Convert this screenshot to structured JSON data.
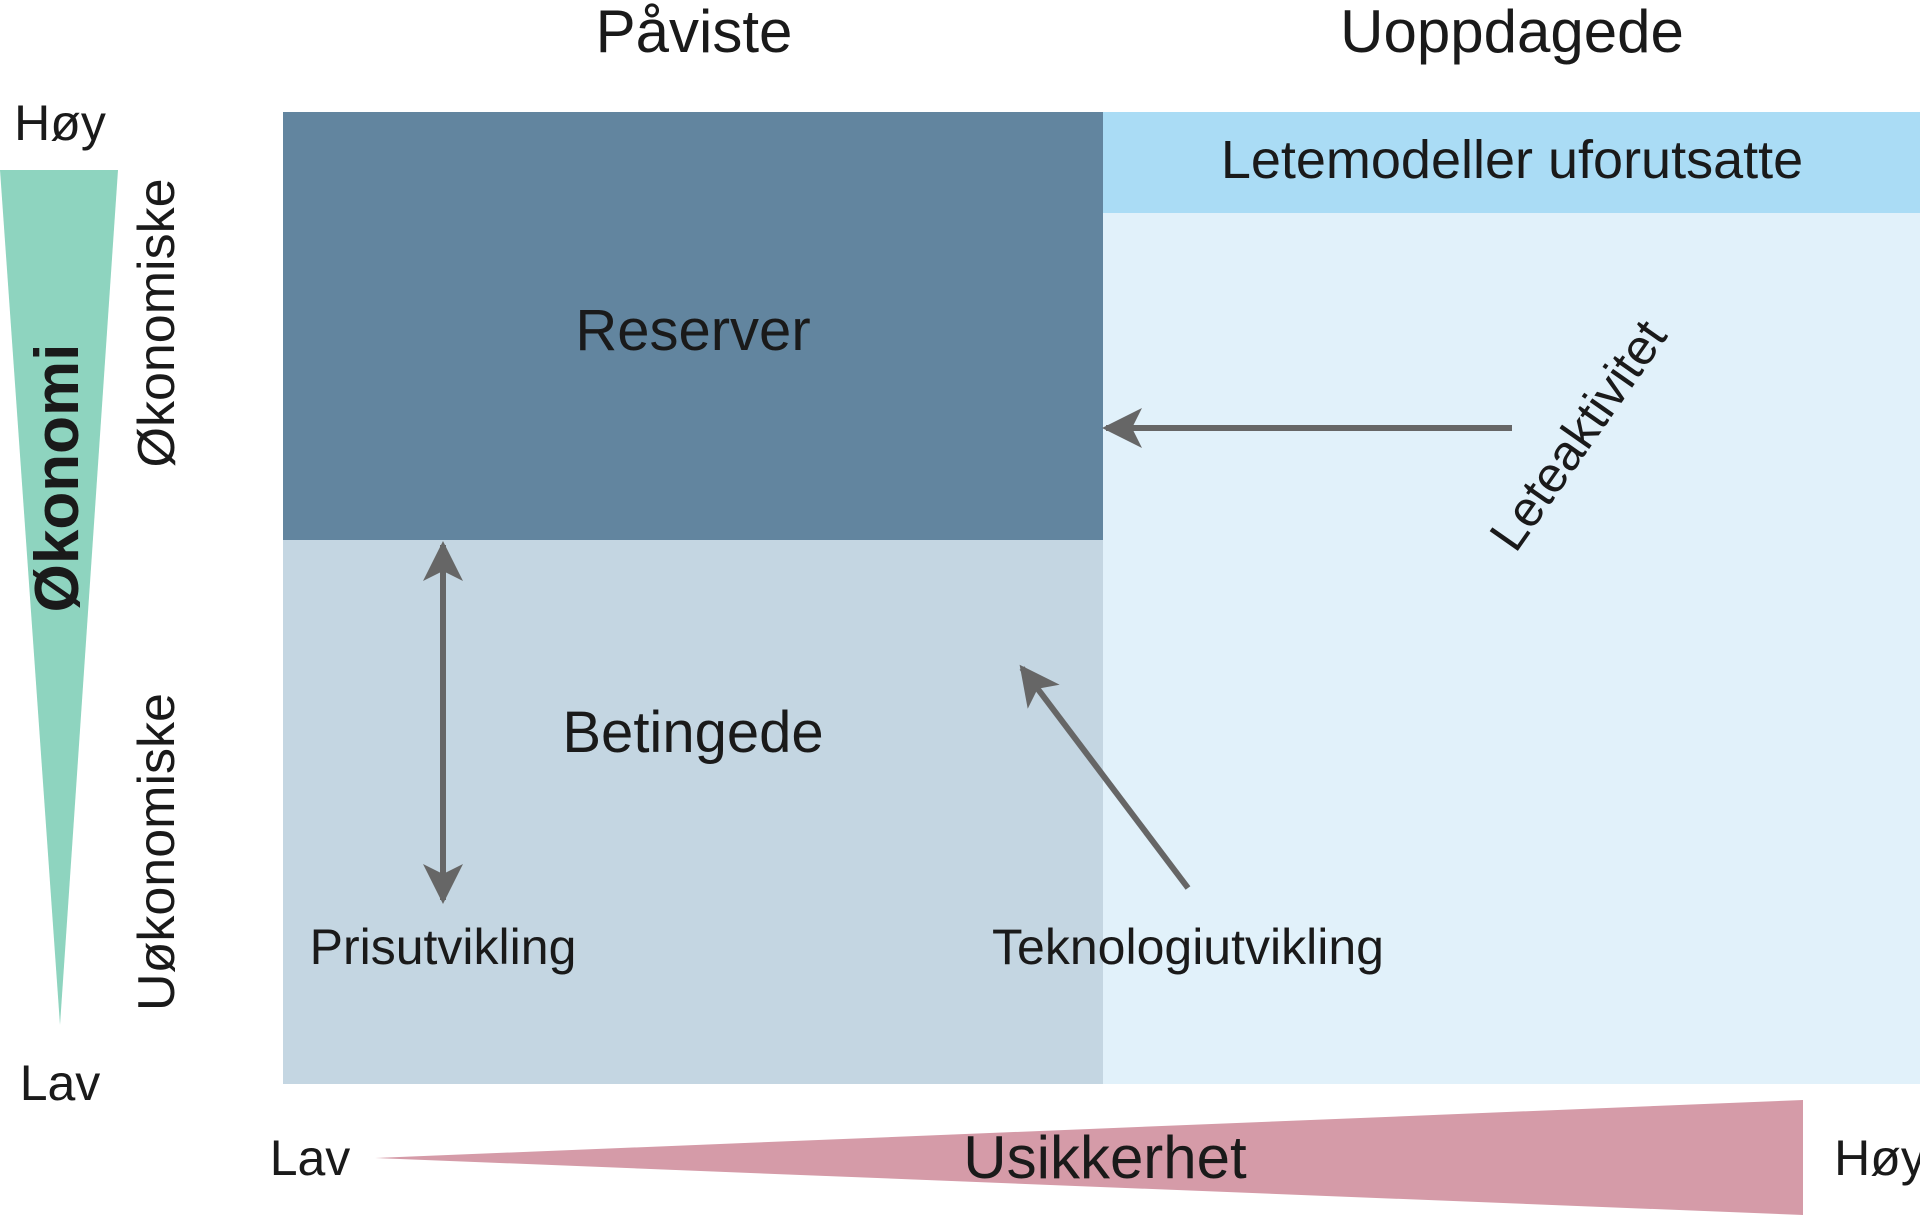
{
  "headers": {
    "proven": "Påviste",
    "undiscovered": "Uoppdagede"
  },
  "quadrants": {
    "reserves": "Reserver",
    "contingent": "Betingede",
    "unmapped_plays": "Letemodeller uforutsatte"
  },
  "economy_axis": {
    "label": "Økonomi",
    "high": "Høy",
    "low": "Lav",
    "economic": "Økonomiske",
    "uneconomic": "Uøkonomiske"
  },
  "uncertainty_axis": {
    "label": "Usikkerhet",
    "low": "Lav",
    "high": "Høy"
  },
  "drivers": {
    "price": "Prisutvikling",
    "technology": "Teknologiutvikling",
    "exploration": "Leteaktivitet"
  },
  "colors": {
    "reserves": "#62859f",
    "contingent": "#c4d6e2",
    "undiscovered": "#e1f1fa",
    "unmapped_band": "#aadcf5",
    "economy_wedge": "#8ed4bf",
    "uncertainty_wedge": "#d59ba8",
    "arrow": "#666666",
    "text": "#1a1a1a"
  }
}
